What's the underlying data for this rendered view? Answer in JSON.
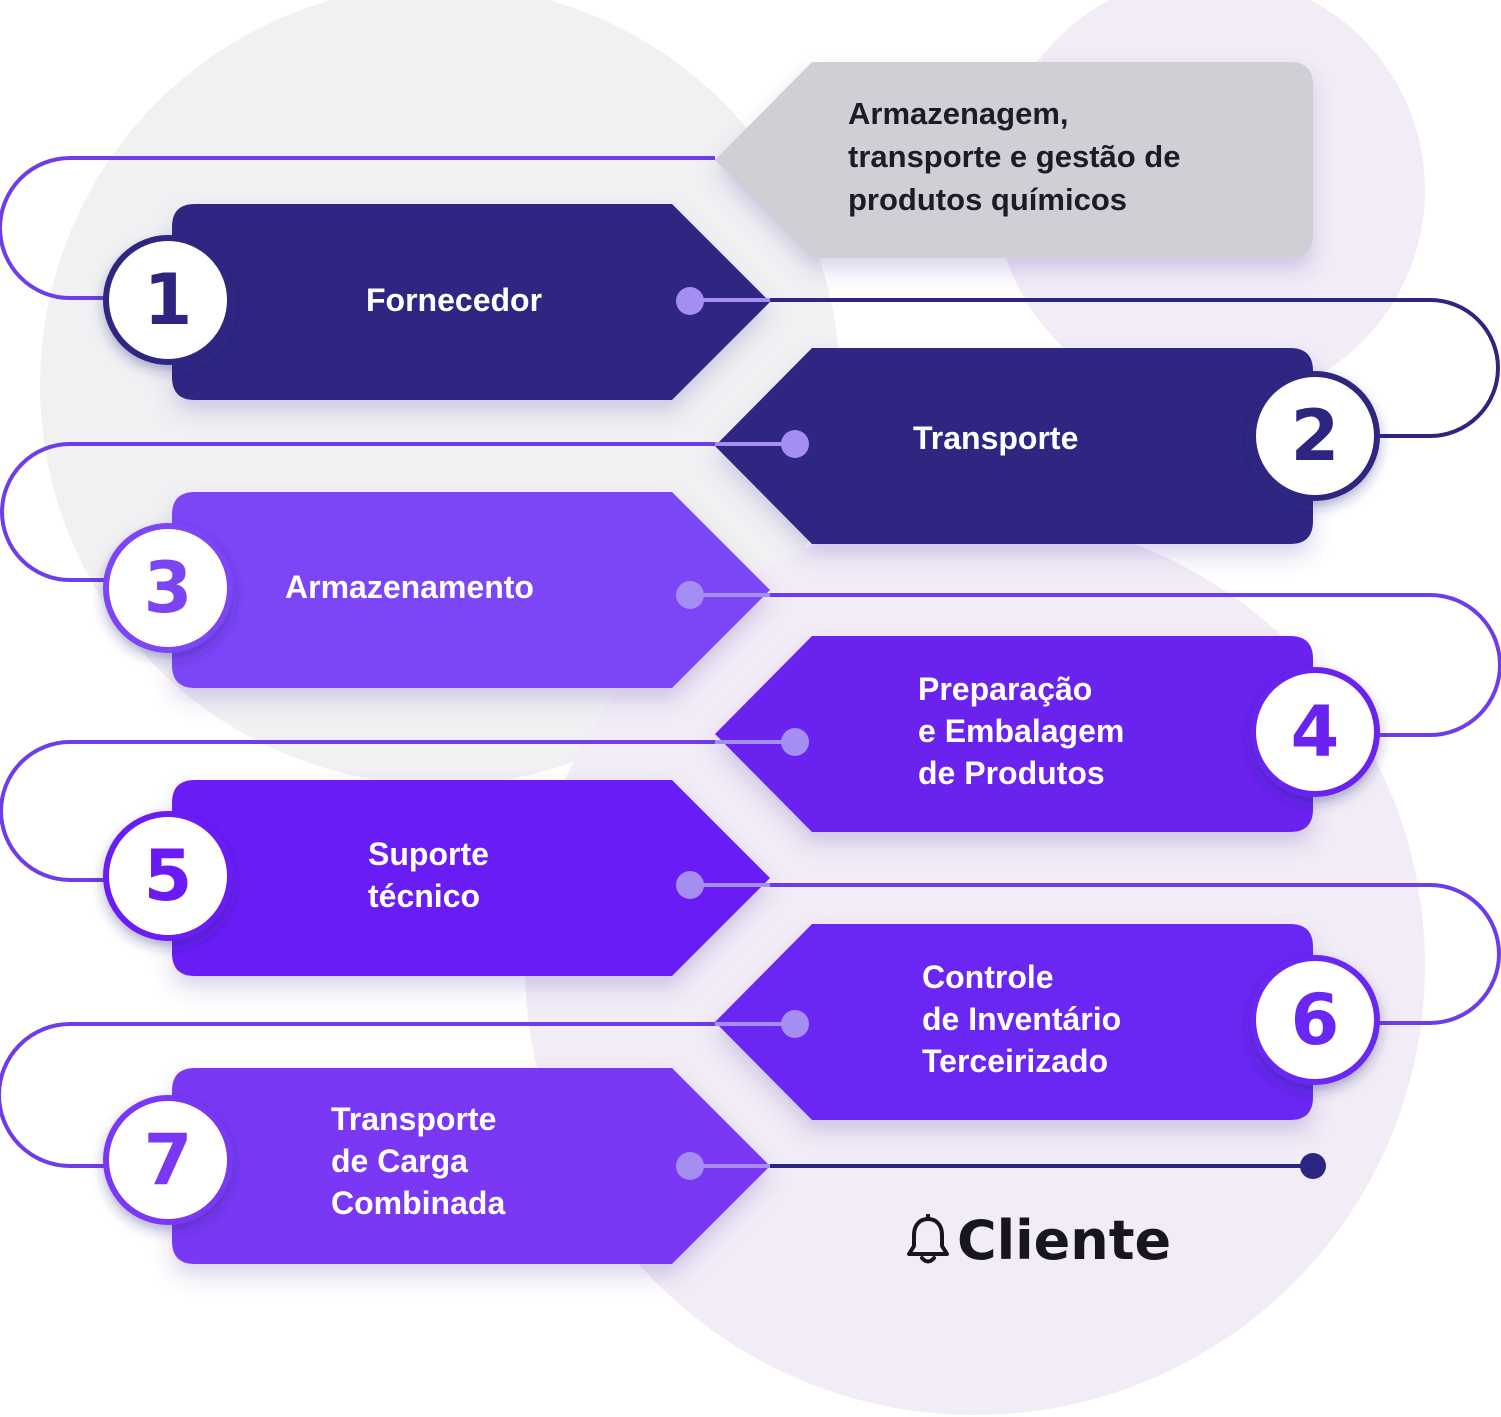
{
  "header_tag": {
    "text": "Armazenagem,\ntransporte e gestão de\nprodutos químicos",
    "color": "#cfcfd6"
  },
  "steps": [
    {
      "number": "1",
      "label": "Fornecedor",
      "color": "#2e2580"
    },
    {
      "number": "2",
      "label": "Transporte",
      "color": "#2e2580"
    },
    {
      "number": "3",
      "label": "Armazenamento",
      "color": "#7b45f6"
    },
    {
      "number": "4",
      "label": "Preparação\ne Embalagem\nde Produtos",
      "color": "#6a23ef"
    },
    {
      "number": "5",
      "label": "Suporte\ntécnico",
      "color": "#6a1bf5"
    },
    {
      "number": "6",
      "label": "Controle\nde Inventário\nTerceirizado",
      "color": "#6a27f3"
    },
    {
      "number": "7",
      "label": "Transporte\nde Carga\nCombinada",
      "color": "#7a38f5"
    }
  ],
  "brand": {
    "name": "Cliente",
    "icon": "bell-icon"
  },
  "colors": {
    "line": "#6e3ce8",
    "bg_blob_gray": "#f1f1f3",
    "bg_blob_lilac": "#f1ecf6"
  }
}
